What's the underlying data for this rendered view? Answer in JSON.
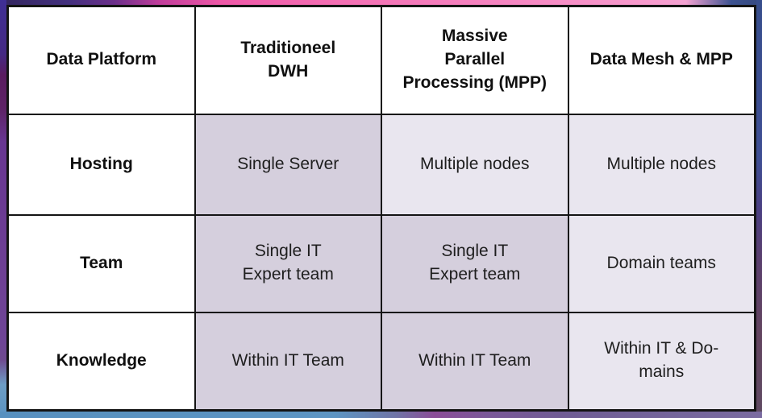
{
  "colors": {
    "cell_shaded_dark": "#d5cfdd",
    "cell_shaded_light": "#e9e6ef",
    "grid_line": "#141414",
    "frame_pink": "#f470b4",
    "frame_purple": "#6d3e94",
    "frame_navy": "#3a5190",
    "frame_steel_blue": "#5b93c1",
    "frame_maroon": "#5a1c60"
  },
  "table": {
    "header_row": [
      {
        "label": "Data Platform"
      },
      {
        "label": [
          "Traditioneel",
          "DWH"
        ]
      },
      {
        "label": [
          "Massive",
          "Parallel",
          "Processing (MPP)"
        ]
      },
      {
        "label": "Data Mesh & MPP"
      }
    ],
    "rows": [
      {
        "label": "Hosting",
        "cells": [
          {
            "text": "Single Server",
            "bg": "#d5cfdd"
          },
          {
            "text": "Multiple nodes",
            "bg": "#e9e6ef"
          },
          {
            "text": "Multiple nodes",
            "bg": "#e9e6ef"
          }
        ]
      },
      {
        "label": "Team",
        "cells": [
          {
            "text": [
              "Single IT",
              "Expert team"
            ],
            "bg": "#d5cfdd"
          },
          {
            "text": [
              "Single IT",
              "Expert team"
            ],
            "bg": "#d5cfdd"
          },
          {
            "text": "Domain teams",
            "bg": "#e9e6ef"
          }
        ]
      },
      {
        "label": "Knowledge",
        "cells": [
          {
            "text": "Within IT Team",
            "bg": "#d5cfdd"
          },
          {
            "text": "Within IT Team",
            "bg": "#d5cfdd"
          },
          {
            "text": [
              "Within IT & Do-",
              "mains"
            ],
            "bg": "#e9e6ef"
          }
        ]
      }
    ]
  }
}
